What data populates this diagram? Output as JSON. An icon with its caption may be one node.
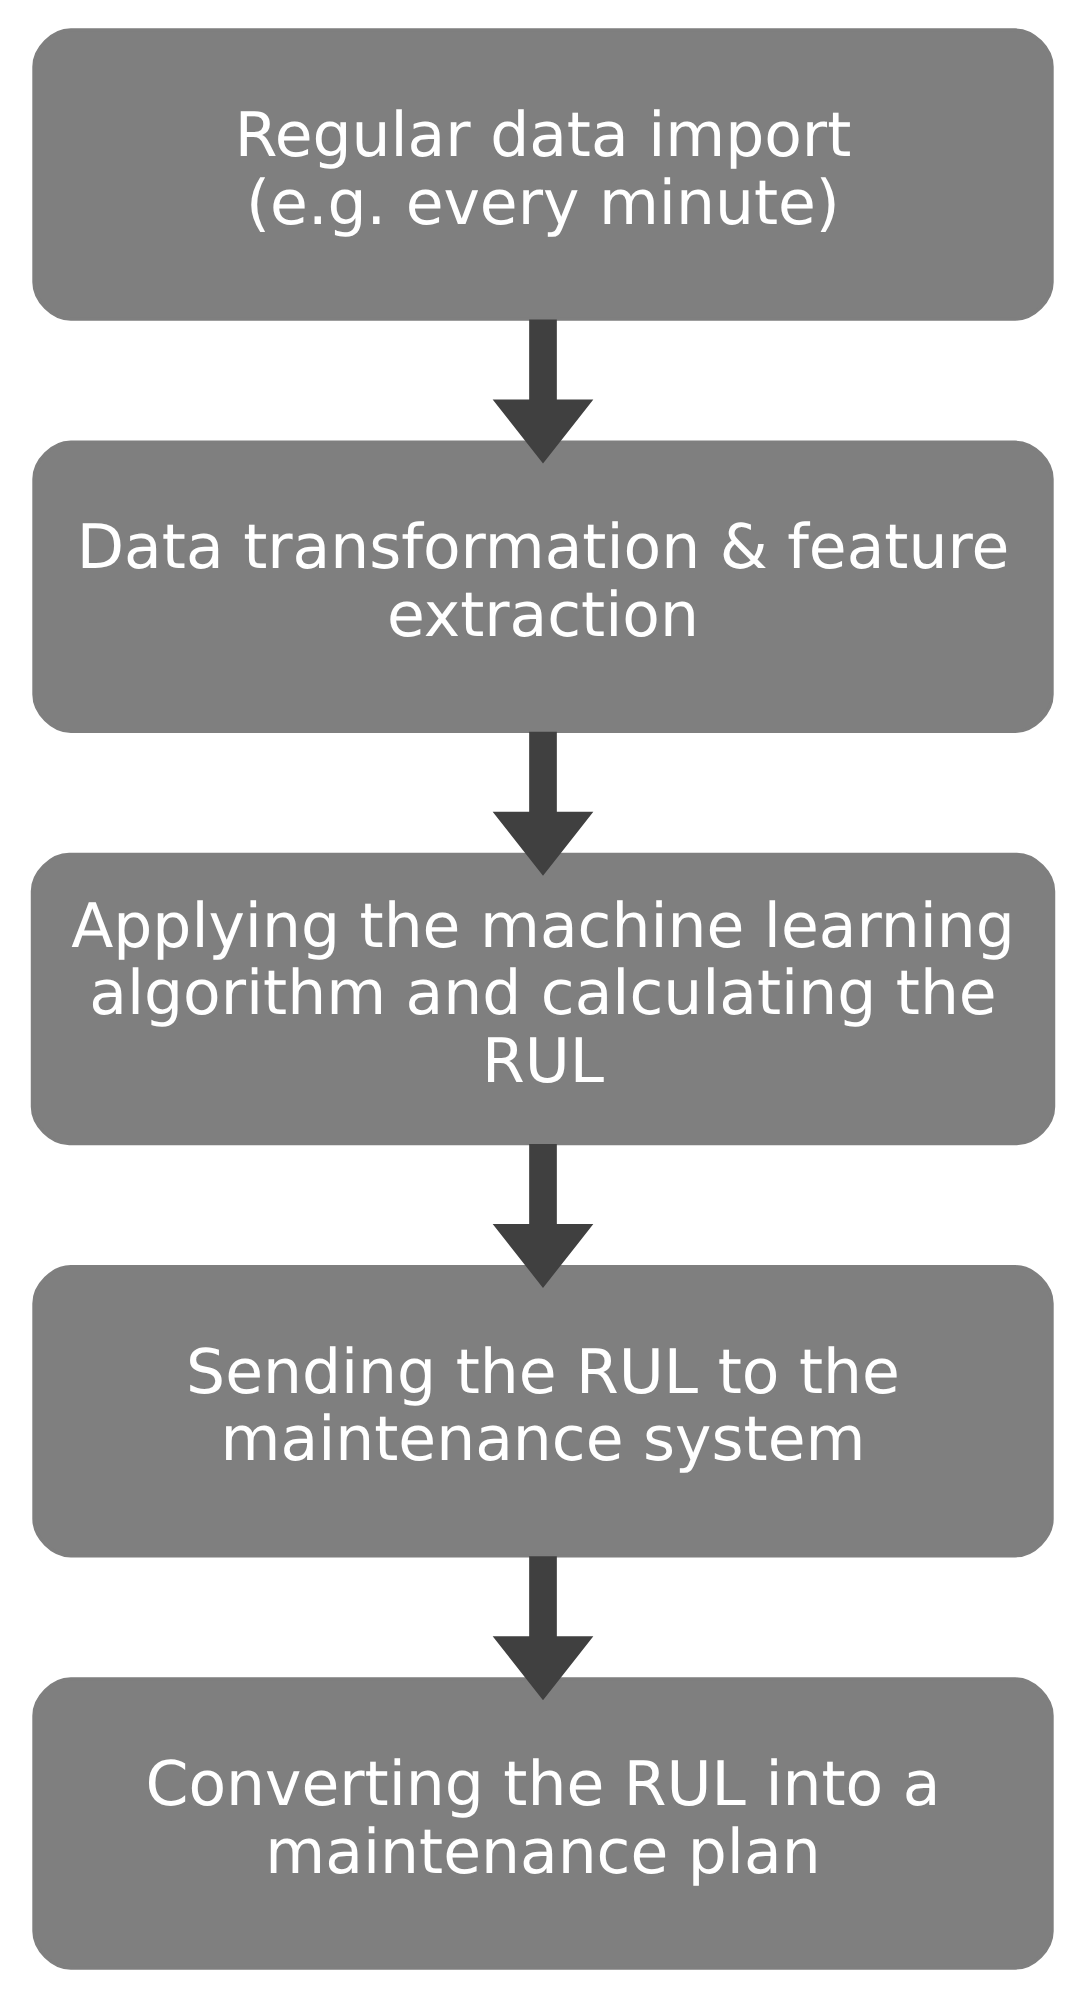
{
  "diagram": {
    "nodes": [
      {
        "text": [
          "Regular data import",
          "(e.g. every minute)"
        ]
      },
      {
        "text": [
          "Data transformation & feature extraction"
        ]
      },
      {
        "text": [
          "Applying the machine learning algorithm and calculating the RUL"
        ]
      },
      {
        "text": [
          "Sending the RUL to the maintenance system"
        ]
      },
      {
        "text": [
          "Converting the RUL into a maintenance plan"
        ]
      }
    ],
    "edges": [
      {
        "from": 0,
        "to": 1,
        "arrow": "to"
      },
      {
        "from": 1,
        "to": 2,
        "arrow": "to"
      },
      {
        "from": 2,
        "to": 3,
        "arrow": "to"
      },
      {
        "from": 3,
        "to": 4,
        "arrow": "to"
      }
    ]
  }
}
